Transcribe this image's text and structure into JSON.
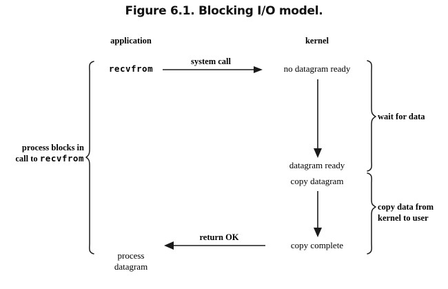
{
  "figure": {
    "title": "Figure 6.1. Blocking I/O model."
  },
  "columns": {
    "application": "application",
    "kernel": "kernel"
  },
  "application_column": {
    "call_label": "recvfrom",
    "result_line1": "process",
    "result_line2": "datagram"
  },
  "kernel_column": {
    "state_1": "no datagram ready",
    "state_2": "datagram ready",
    "state_3": "copy datagram",
    "state_4": "copy complete"
  },
  "arrows": {
    "system_call": "system call",
    "return_ok": "return OK",
    "kernel_wait_arrow": "down-arrow-icon",
    "kernel_copy_arrow": "down-arrow-icon",
    "system_call_arrow": "right-arrow-icon",
    "return_ok_arrow": "left-arrow-icon"
  },
  "braces": {
    "process_blocks_line1": "process blocks in",
    "process_blocks_line2_prefix": "call to ",
    "process_blocks_line2_mono": "recvfrom",
    "wait_for_data": "wait for data",
    "copy_data_line1": "copy data from",
    "copy_data_line2": "kernel to user"
  },
  "colors": {
    "background": "#ffffff",
    "ink": "#1a1a1a",
    "text": "#000000"
  }
}
